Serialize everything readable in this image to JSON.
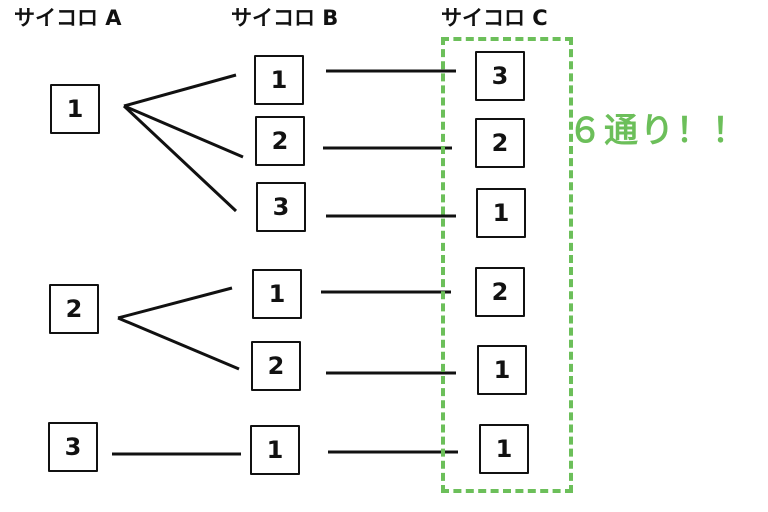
{
  "headers": {
    "a": "サイコロ A",
    "b": "サイコロ B",
    "c": "サイコロ C"
  },
  "result": "６通り！！",
  "accent_color": "#6cbf5a",
  "tree": {
    "a": [
      "1",
      "2",
      "3"
    ],
    "b": [
      "1",
      "2",
      "3",
      "1",
      "2",
      "1"
    ],
    "c": [
      "3",
      "2",
      "1",
      "2",
      "1",
      "1"
    ]
  }
}
